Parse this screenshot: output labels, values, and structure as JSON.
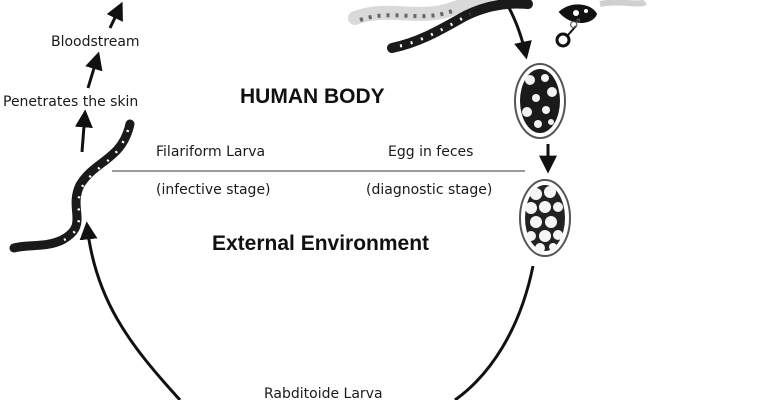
{
  "sections": {
    "upper": "HUMAN BODY",
    "lower": "External Environment"
  },
  "left_path": {
    "step_top": "Bloodstream",
    "step_bottom": "Penetrates the skin"
  },
  "stages": {
    "infective_name": "Filariform Larva",
    "infective_note": "(infective stage)",
    "diagnostic_name": "Egg in feces",
    "diagnostic_note": "(diagnostic stage)",
    "bottom_name": "Rabditoide Larva"
  },
  "symbols": {
    "male": "♂"
  },
  "colors": {
    "ink": "#111111",
    "divider": "#9a9a9a",
    "worm": "#1a1a1a",
    "egg_shell": "#555555"
  },
  "icons": [
    "adult-worm-icon",
    "filariform-larva-icon",
    "egg-icon",
    "embryonated-egg-icon"
  ]
}
